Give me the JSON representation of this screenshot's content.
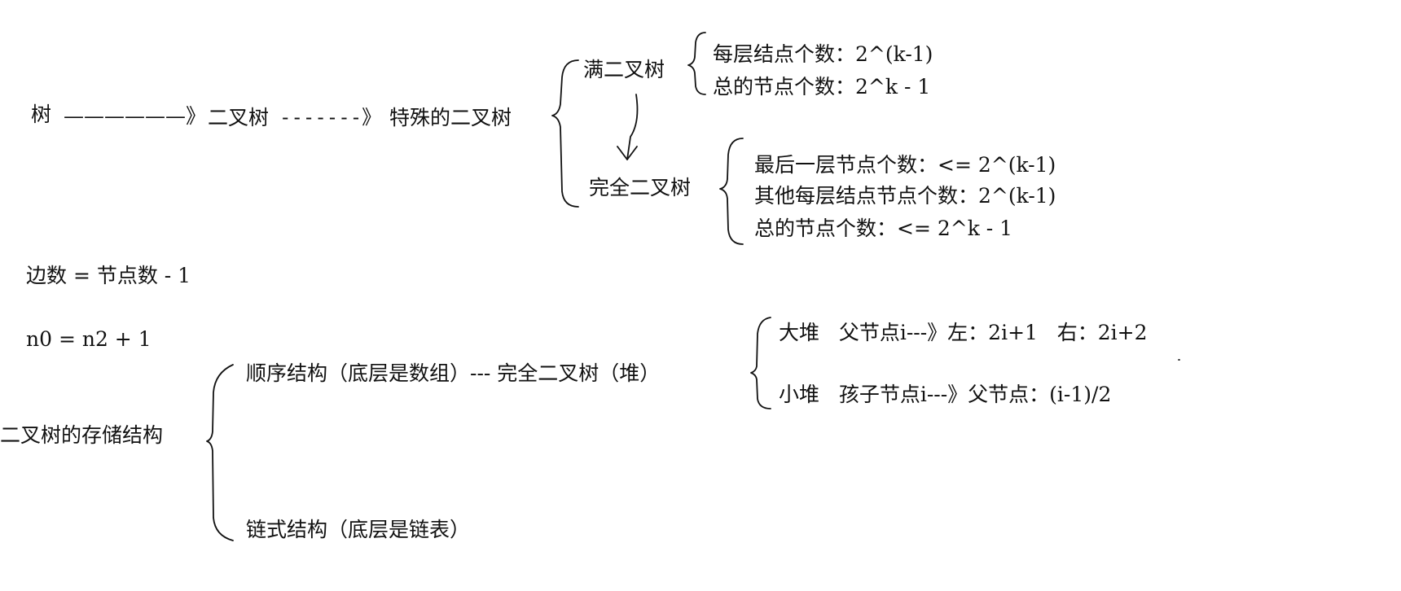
{
  "top": {
    "tree": "树",
    "arrow1": "——————》",
    "binary_tree": "二叉树",
    "arrow2": "-------》",
    "special_binary_tree": "特殊的二叉树"
  },
  "full_tree": {
    "label": "满二叉树",
    "nodes_per_level": "每层结点个数：2^(k-1)",
    "total_nodes": "总的节点个数：2^k - 1"
  },
  "complete_tree": {
    "label": "完全二叉树",
    "last_level": "最后一层节点个数：<= 2^(k-1)",
    "other_levels": "其他每层结点节点个数：2^(k-1)",
    "total_nodes": "总的节点个数：<= 2^k - 1"
  },
  "formulas": {
    "edges": "边数 = 节点数 - 1",
    "n0": "n0 = n2 + 1"
  },
  "storage": {
    "label": "二叉树的存储结构",
    "sequential": "顺序结构（底层是数组）--- 完全二叉树（堆）",
    "linked": "链式结构（底层是链表）"
  },
  "heap": {
    "max_heap": "大堆   父节点i---》左：2i+1   右：2i+2",
    "min_heap": "小堆   孩子节点i---》父节点：(i-1)/2"
  }
}
